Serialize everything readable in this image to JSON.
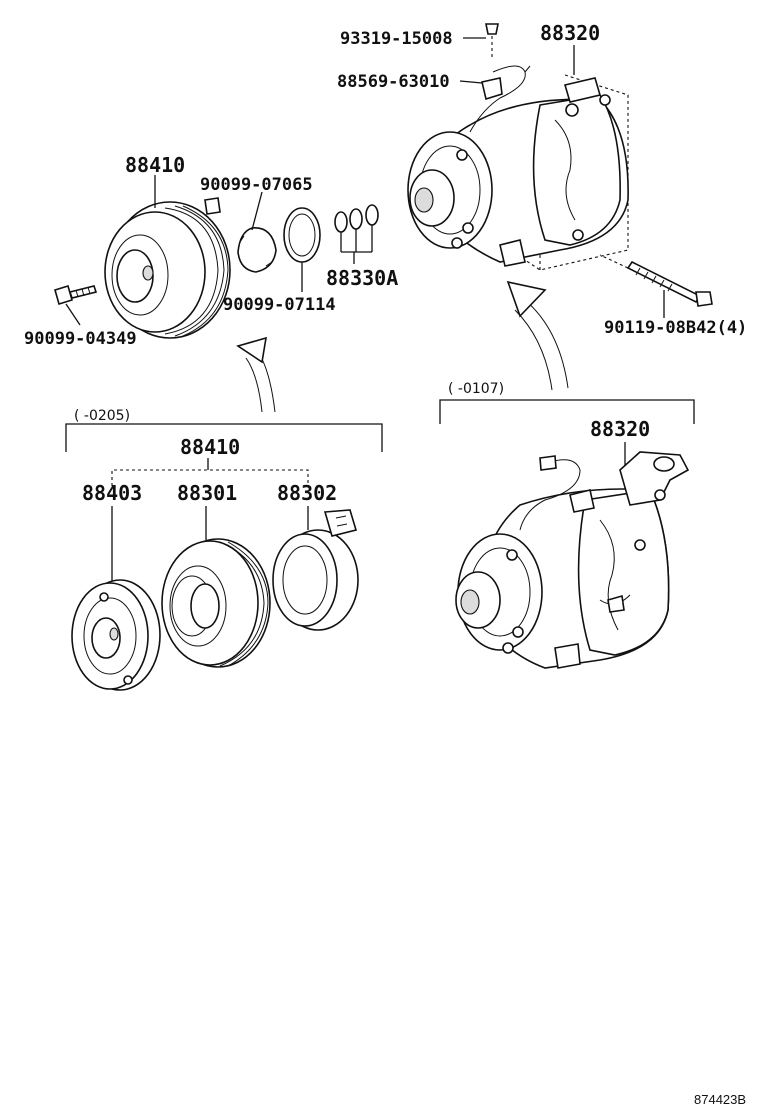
{
  "parts": {
    "p93319": "93319-15008",
    "p88320_top": "88320",
    "p88569": "88569-63010",
    "p88410_top": "88410",
    "p90099_07065": "90099-07065",
    "p90099_07114": "90099-07114",
    "p88330A": "88330A",
    "p90099_04349": "90099-04349",
    "p90119": "90119-08B42(4)",
    "p88410_group": "88410",
    "p88403": "88403",
    "p88301": "88301",
    "p88302": "88302",
    "p88320_bottom": "88320"
  },
  "notes": {
    "left_bracket": "(    -0205)",
    "right_bracket": "(    -0107)"
  },
  "ref_code": "874423B",
  "colors": {
    "line": "#111111",
    "background": "#ffffff"
  }
}
